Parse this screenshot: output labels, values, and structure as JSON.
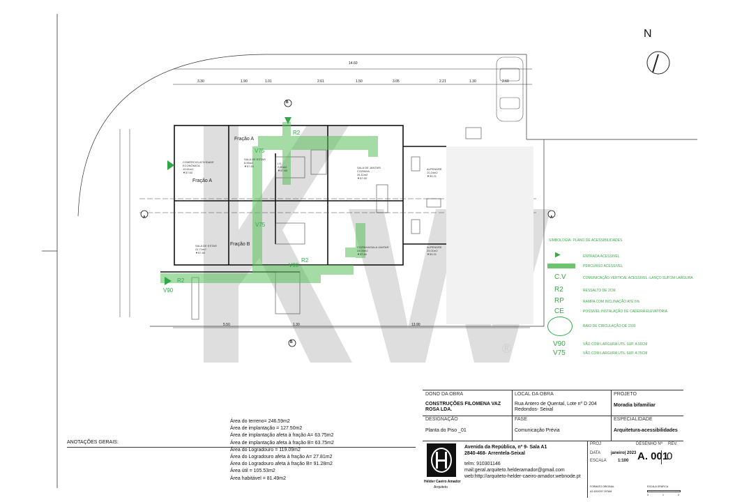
{
  "north_label": "N",
  "overall_dim": "14.60",
  "top_dims": [
    "3.30",
    "1.90",
    "1.01",
    "2.61",
    "1.50",
    "3.05",
    "2.21",
    "1.30",
    "2.60"
  ],
  "bottom_dims": [
    "5.50",
    "1.30",
    "13.90"
  ],
  "fraction_labels": {
    "a1": "Fração A",
    "a2": "Fração A",
    "b": "Fração B"
  },
  "section_markers": {
    "b_top": "B",
    "b_bottom": "B",
    "a_left": "A",
    "a_right": "A"
  },
  "room_labels": [
    "COMÉRCIO/ ATIVIDADE ECONÓMICA\n19.61m2\n▼57.60",
    "SALA DE ESTAR\n8.55m2\n▼57.60",
    "SALA DE ESTAR\n21.71m2\n▼57.60",
    "SALA DE JANTAR/ COZINHA\n26.11m2\n▼57.60",
    "ALPENDRE\n10.24m2\n▼53.21",
    "ALPENDRE\n24.01m2\n▼53.21",
    "COZINHA/SALA JANTAR\n24.00m2\n▼57.60",
    "I.S.\n2.00m2\n▼57.60"
  ],
  "plan_marks": {
    "v75_top": "V75",
    "v75_mid": "V75",
    "v90_mid": "V90",
    "v90_left": "V90",
    "r2_mid": "R2",
    "r2_left": "R2",
    "r2_top": "R2"
  },
  "legend": {
    "title": "SIMBOLOGIA- PLANO DE ACESSIBILIDADES",
    "items": [
      {
        "sym": "▶",
        "text": "ENTRADA ACESSIVEL"
      },
      {
        "sym": "",
        "text": "PERCURSO ACESSIVEL"
      },
      {
        "sym": "C.V",
        "text": "COMUNICAÇÃO VERTICAL ACESSIVEL -LANÇO SUP.1M LARGURA"
      },
      {
        "sym": "R2",
        "text": "RESSALTO DE 2CM"
      },
      {
        "sym": "RP",
        "text": "RAMPA COM INCLINAÇÃO ATÉ 6%"
      },
      {
        "sym": "CE",
        "text": "POSSIVEL INSTALAÇÃO DE CADEIRA ELEVATÓRIA"
      },
      {
        "sym": "",
        "text": "RAIO DE CIRCULAÇÃO DE 1500"
      },
      {
        "sym": "V90",
        "text": "VÃO COM LARGURA UTIL SUP. A 90CM"
      },
      {
        "sym": "V75",
        "text": "VÃO COM LARGURA UTIL SUP. A 75CM"
      }
    ]
  },
  "watermark": "®",
  "areas": [
    "Área do terreno= 246.59m2",
    "Área de implantação = 127.50m2",
    "Área de implantação afeta à fração A= 63.75m2",
    "Área de implantação afeta à fração B= 63.75m2",
    "Área do Logradouro = 119.09m2",
    "Área do Logradouro afeta à fração A= 27.81m2",
    "Área do Logradouro afeta à fração B= 91.28m2",
    "Área útil = 105.53m2",
    "Área habitável = 81.49m2"
  ],
  "notes_label": "ANOTAÇÕES GERAIS:",
  "title_block": {
    "dono_label": "DONO DA OBRA",
    "dono_value": "CONSTRUÇÕES FILOMENA VAZ ROSA LDA.",
    "local_label": "LOCAL DA OBRA",
    "local_value": "Rua Antero de Quental, Lote nº D 204 Redondos- Seixal",
    "projeto_label": "PROJETO",
    "projeto_value": "Moradia bifamiliar",
    "designacao_label": "DESIGNAÇÃO",
    "designacao_value": "Planta do Piso _01",
    "fase_label": "FASE",
    "fase_value": "Comunicação Prévia",
    "especialidade_label": "ESPECIALIDADE",
    "especialidade_value": "Arquitetura-acessibilidades",
    "address1": "Avenida da República, nº 9- Sala A1",
    "address2": "2840-468- Arrentela-Seixal",
    "phone": "telm: 910301146",
    "email": "mail:geral.arquiteto.helderamador@gmail.com",
    "web": "web:http://arquiteto-helder-caeiro-amador.webnode.pt",
    "architect": "Hélder Caeiro Amador",
    "architect_role": "Arquiteto",
    "proj_label": "PROJ",
    "desenho_label": "DESENHO Nº",
    "rev_label": "REV.",
    "data_label": "DATA",
    "data_value": "janeiro| 2023",
    "escala_label": "ESCALA",
    "escala_value": "1:100",
    "drawing_no": "A. 001",
    "rev_value": "0",
    "formato_label": "FORMATO ORIGINAL",
    "formato_value": "A3 420X297 29TAM",
    "escala_grafica_label": "ESCALA GRÁFICA",
    "scale_ticks": [
      "0",
      "1",
      "2"
    ]
  },
  "colors": {
    "accent": "#2fa84a",
    "line": "#222222",
    "watermark": "#d9d9d9"
  }
}
